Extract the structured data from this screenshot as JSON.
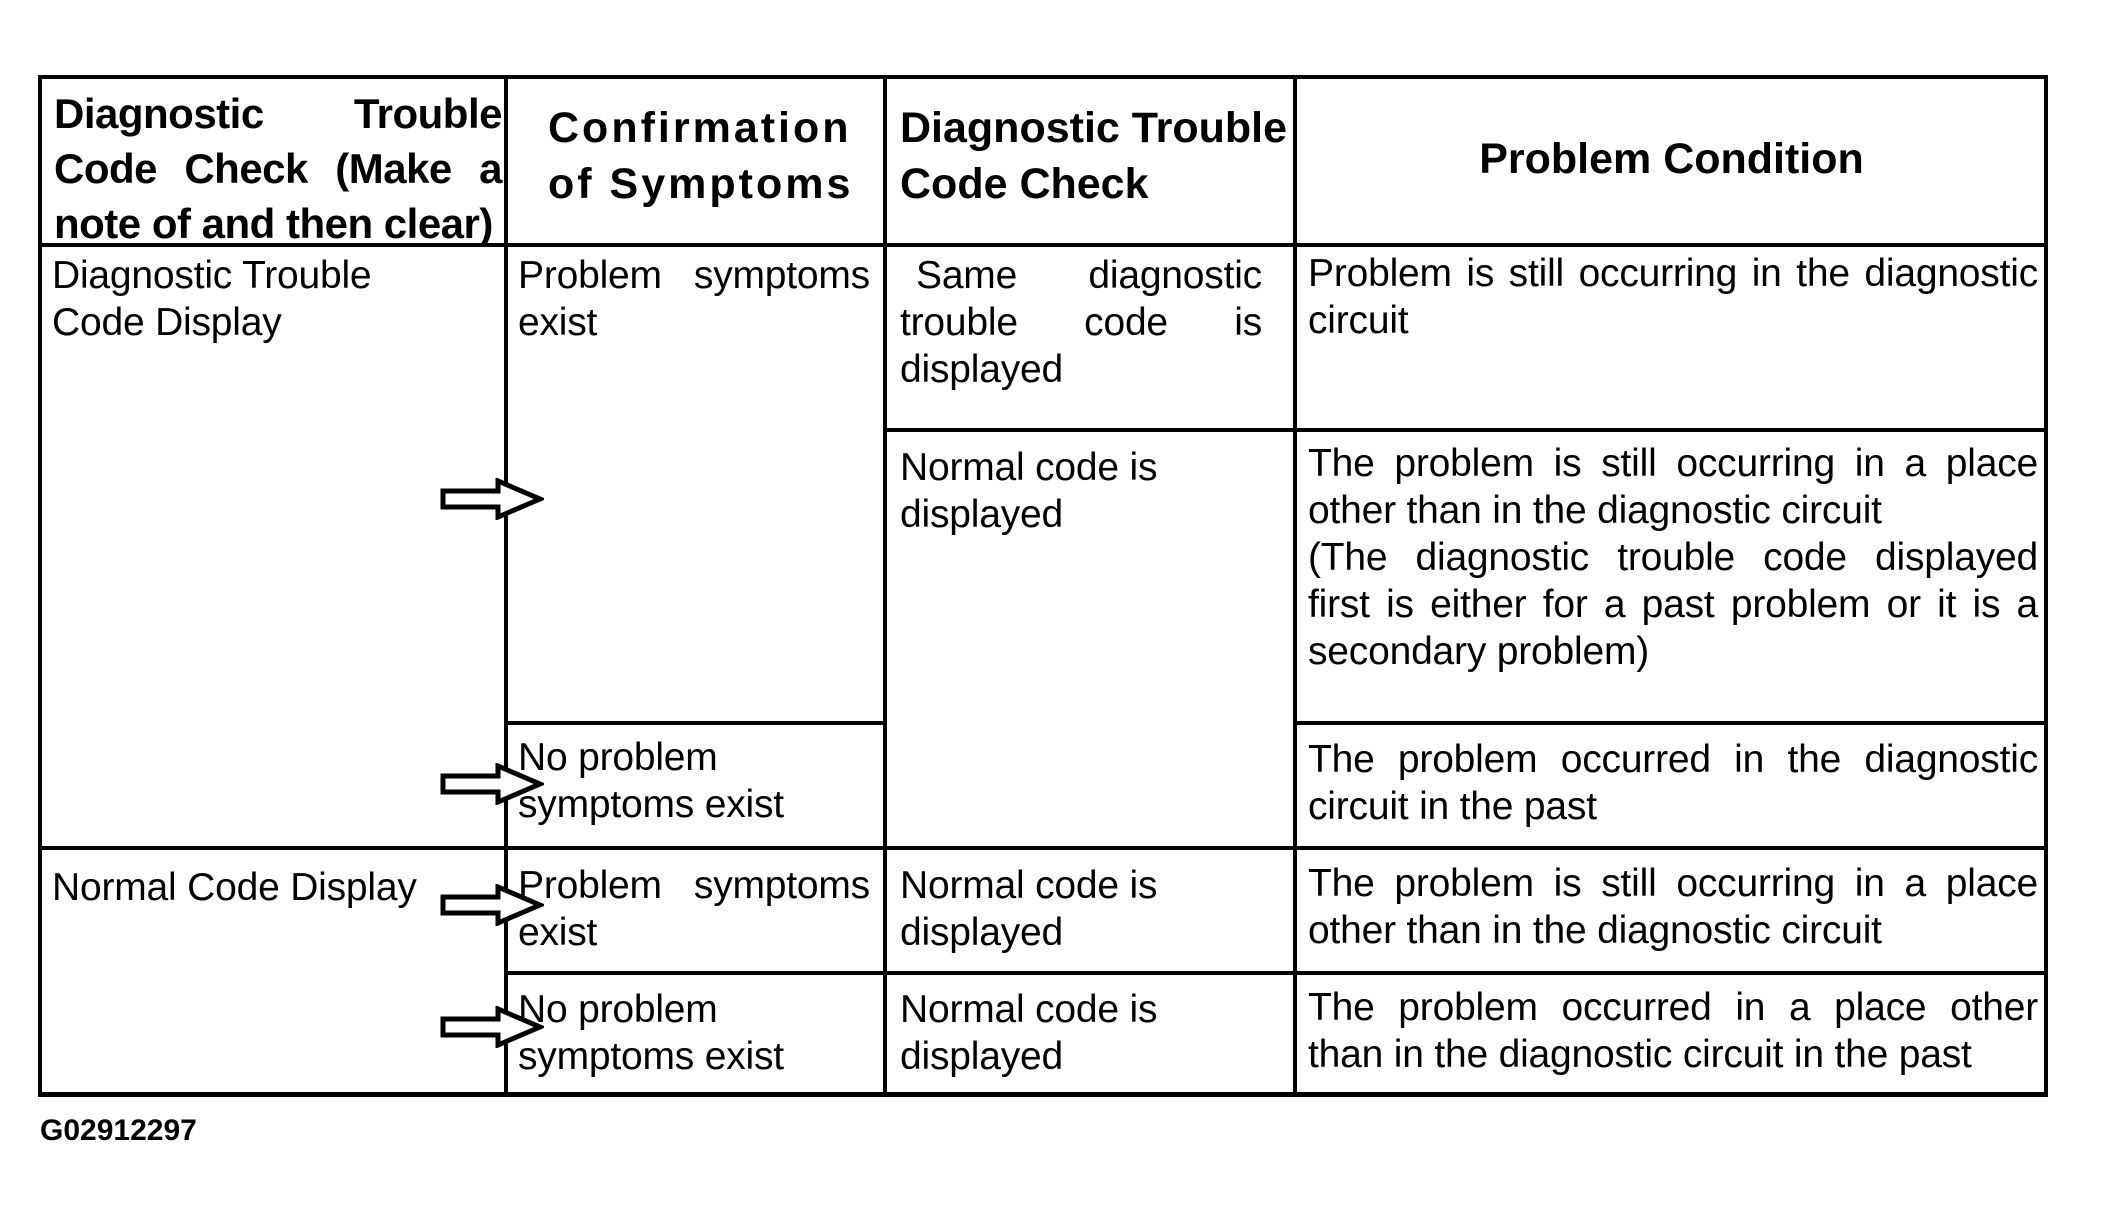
{
  "colors": {
    "ink": "#000000",
    "paper": "#ffffff"
  },
  "figure_id": "G02912297",
  "table": {
    "headers": {
      "col1": "Diagnostic Trouble Code Check (Make a note of and then clear)",
      "col2": "Confirmation of Symptoms",
      "col3": "Diagnostic Trouble Code Check",
      "col4": "Problem Condition"
    },
    "row1": {
      "code_display": "Diagnostic Trouble Code Display",
      "symptom_a": "Problem symptoms exist",
      "symptom_b": "No problem symptoms exist",
      "check_a": "Same diagnostic trouble code is displayed",
      "check_b": "Normal code is displayed",
      "condition_a": "Problem is still occurring in the diagnostic circuit",
      "condition_b_par1": "The problem is still occurring in a place other than in the diagnostic circuit",
      "condition_b_par2": "(The diagnostic trouble code displayed first is either for a past problem or it is a secondary problem)",
      "condition_c": "The problem occurred in the diagnostic circuit in the past"
    },
    "row2": {
      "code_display": "Normal Code Display",
      "symptom_a": "Problem symptoms exist",
      "symptom_b": "No problem symptoms exist",
      "check_a": "Normal code is displayed",
      "check_b": "Normal code is displayed",
      "condition_a": "The problem is still occurring in a place other than in the diagnostic circuit",
      "condition_b": "The problem occurred in a place other than in the diagnostic circuit in the past"
    }
  }
}
